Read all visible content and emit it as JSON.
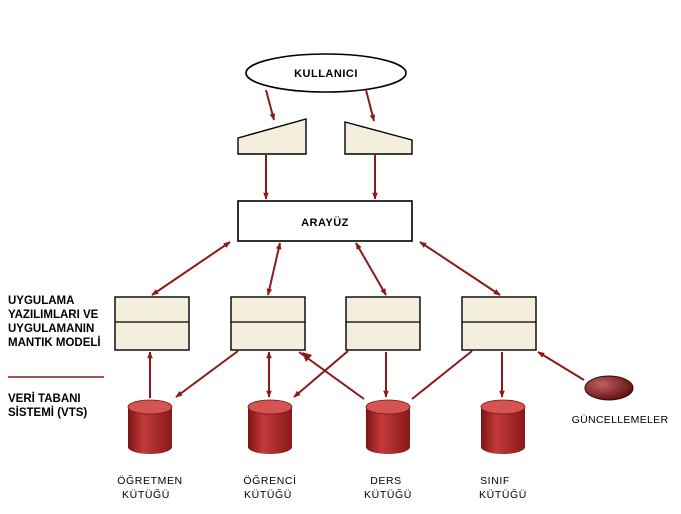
{
  "colors": {
    "arrow": "#8b1a1a",
    "box_fill": "#f3efdc",
    "cylinder": "#b02828",
    "ellipse_dark": "#7a1c1c"
  },
  "user": {
    "label": "KULLANICI"
  },
  "interface": {
    "label": "ARAYÜZ"
  },
  "side_labels": {
    "app_layer": [
      "UYGULAMA",
      "YAZILIMLARI VE",
      "UYGULAMANIN",
      "MANTIK MODELİ"
    ],
    "db_layer": [
      "VERİ TABANI",
      "SİSTEMİ (VTS)"
    ]
  },
  "databases": [
    {
      "line1": "ÖĞRETMEN",
      "line2": "KÜTÜĞÜ"
    },
    {
      "line1": "ÖĞRENCİ",
      "line2": "KÜTÜĞÜ"
    },
    {
      "line1": "DERS",
      "line2": "KÜTÜĞÜ"
    },
    {
      "line1": "SINIF",
      "line2": "KÜTÜĞÜ"
    }
  ],
  "updates": {
    "label": "GÜNCELLEMELER"
  }
}
